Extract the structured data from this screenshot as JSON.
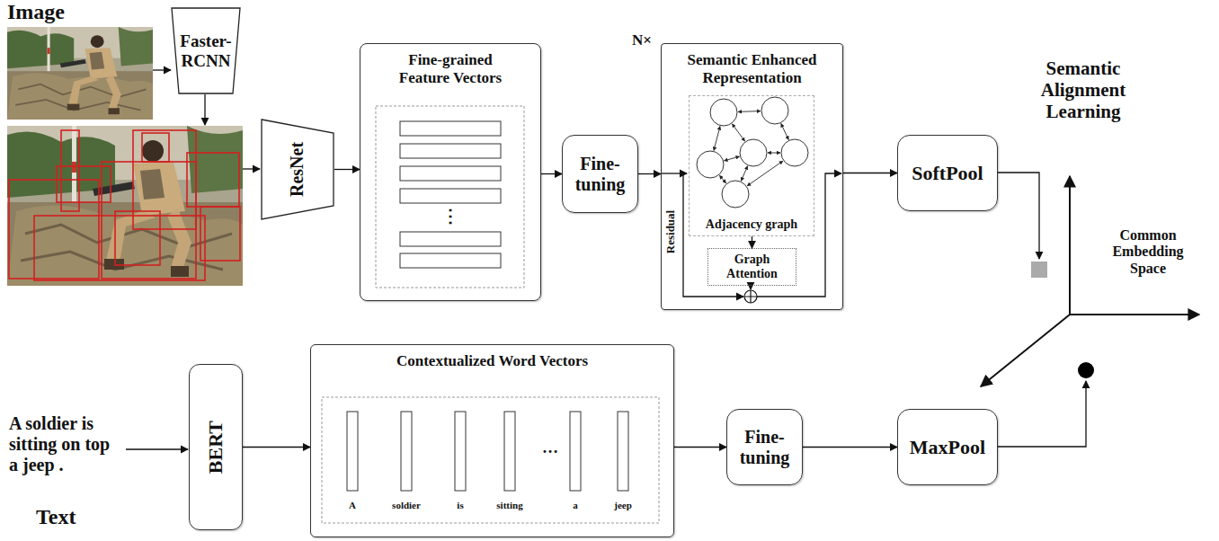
{
  "diagram": {
    "nodes": [
      {
        "text": [
          "Faster-RCNN"
        ]
      },
      {
        "text": [
          "ResNet"
        ]
      },
      {
        "text": [
          "Fine-grained Feature Vectors"
        ]
      },
      {
        "text": [
          "Fine-tuning"
        ]
      },
      {
        "text": [
          "Semantic Enhanced Representation"
        ]
      },
      {
        "text": [
          "Adjacency graph"
        ],
        "in": 4
      },
      {
        "text": [
          "Graph Attention"
        ],
        "in": 4
      },
      {
        "text": [
          "SoftPool"
        ]
      },
      {
        "text": [
          "BERT"
        ]
      },
      {
        "text": [
          "Contextualized Word Vectors"
        ]
      },
      {
        "text": [
          "Fine-tuning"
        ]
      },
      {
        "text": [
          "MaxPool"
        ]
      }
    ],
    "edges": [
      {
        "from": 1,
        "to": 2,
        "arrow": "to"
      },
      {
        "from": 2,
        "to": 3,
        "arrow": "to"
      },
      {
        "from": 3,
        "to": 4,
        "arrow": "to"
      },
      {
        "from": 5,
        "to": 6,
        "arrow": "to"
      },
      {
        "from": 4,
        "to": 7,
        "arrow": "to"
      },
      {
        "from": 8,
        "to": 9,
        "arrow": "to"
      },
      {
        "from": 9,
        "to": 10,
        "arrow": "to"
      },
      {
        "from": 10,
        "to": 11,
        "arrow": "to"
      }
    ],
    "labels": [
      "Image",
      "N×",
      "Residual",
      "Semantic Alignment Learning",
      "Common Embedding Space",
      "A soldier is sitting on top a jeep .",
      "Text",
      "⋮",
      "A",
      "soldier",
      "is",
      "sitting",
      "…",
      "a",
      "jeep"
    ]
  }
}
